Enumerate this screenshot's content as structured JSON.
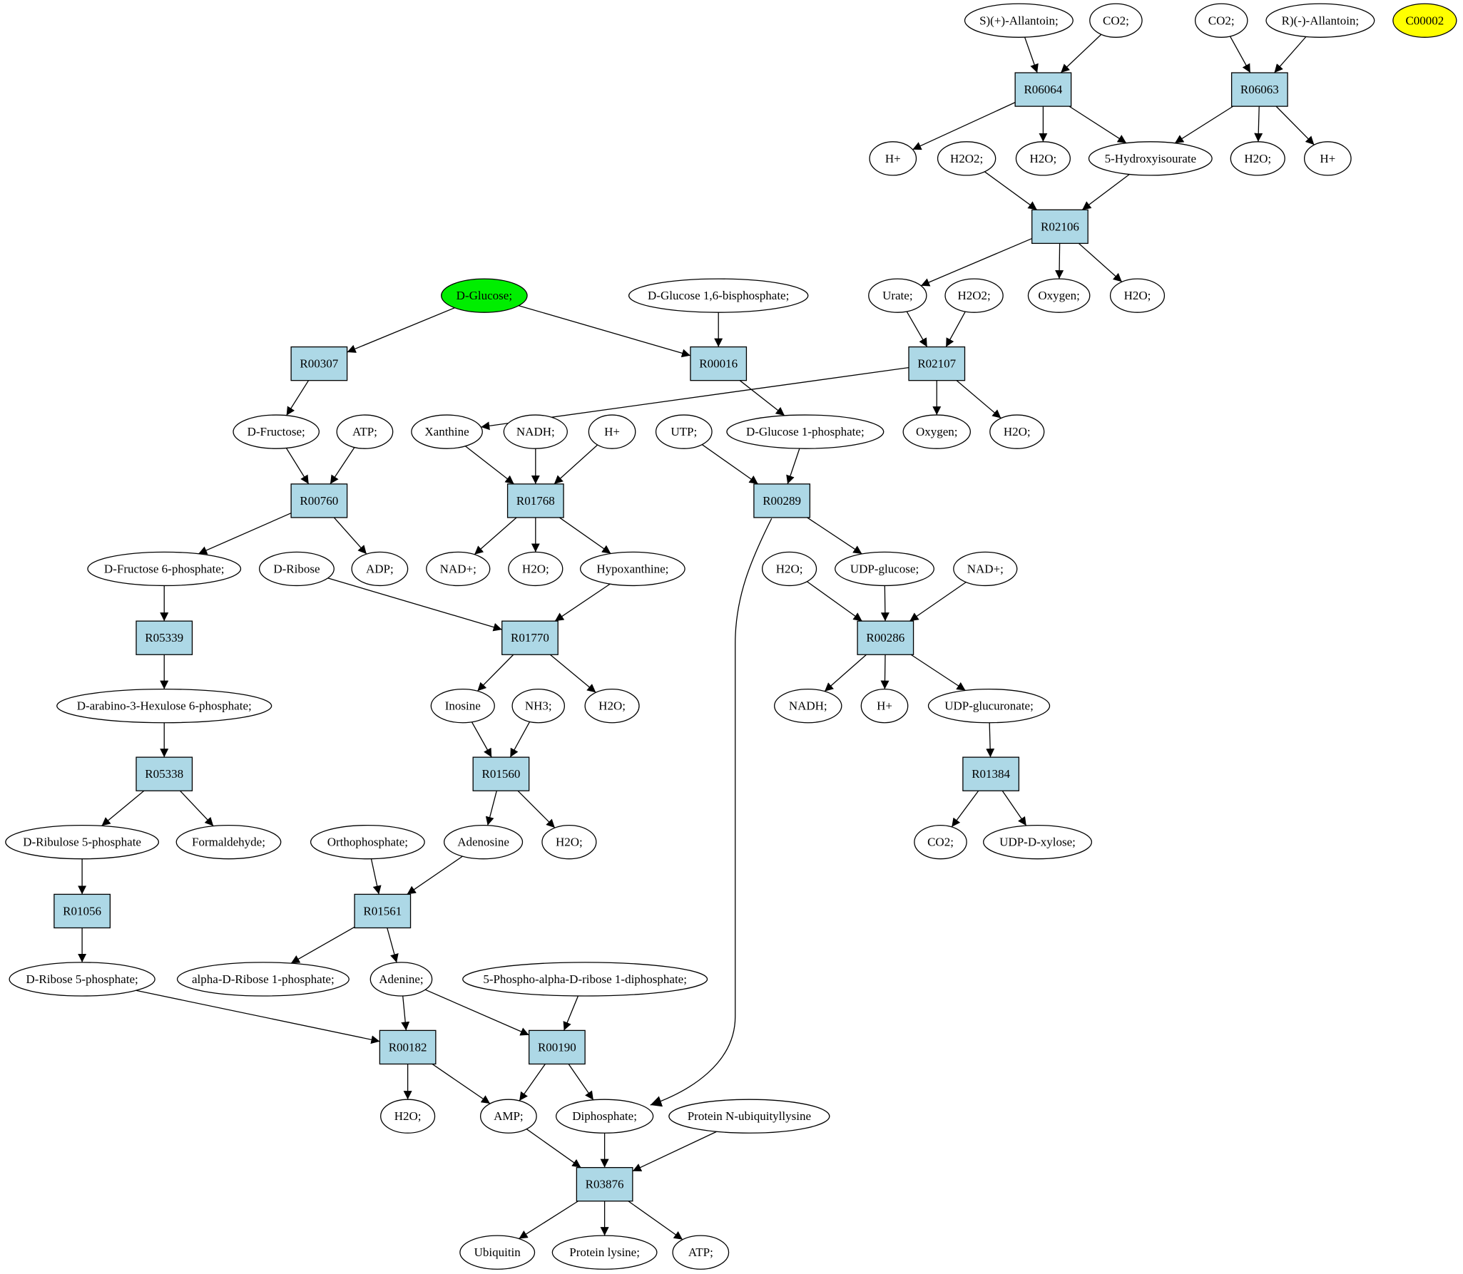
{
  "colors": {
    "reaction_fill": "#add8e6",
    "start_fill": "#00ee00",
    "highlight_fill": "#ffff00",
    "default_fill": "#ffffff",
    "stroke": "#000000"
  },
  "nodes": [
    {
      "id": "S1",
      "label": "S)(+)-Allantoin;",
      "kind": "compound"
    },
    {
      "id": "CO2a",
      "label": "CO2;",
      "kind": "compound"
    },
    {
      "id": "CO2b",
      "label": "CO2;",
      "kind": "compound"
    },
    {
      "id": "RA",
      "label": "R)(-)-Allantoin;",
      "kind": "compound"
    },
    {
      "id": "C00002",
      "label": "C00002",
      "kind": "compound",
      "highlight": "yellow"
    },
    {
      "id": "R06064",
      "label": "R06064",
      "kind": "reaction"
    },
    {
      "id": "R06063",
      "label": "R06063",
      "kind": "reaction"
    },
    {
      "id": "Ha",
      "label": "H+",
      "kind": "compound"
    },
    {
      "id": "H2O2a",
      "label": "H2O2;",
      "kind": "compound"
    },
    {
      "id": "H2Oa",
      "label": "H2O;",
      "kind": "compound"
    },
    {
      "id": "HIU",
      "label": "5-Hydroxyisourate",
      "kind": "compound"
    },
    {
      "id": "H2Ob",
      "label": "H2O;",
      "kind": "compound"
    },
    {
      "id": "Hb",
      "label": "H+",
      "kind": "compound"
    },
    {
      "id": "R02106",
      "label": "R02106",
      "kind": "reaction"
    },
    {
      "id": "Urate",
      "label": "Urate;",
      "kind": "compound"
    },
    {
      "id": "H2O2b",
      "label": "H2O2;",
      "kind": "compound"
    },
    {
      "id": "OXa",
      "label": "Oxygen;",
      "kind": "compound"
    },
    {
      "id": "H2Oc",
      "label": "H2O;",
      "kind": "compound"
    },
    {
      "id": "DGlc",
      "label": "D-Glucose;",
      "kind": "compound",
      "highlight": "green"
    },
    {
      "id": "G16BP",
      "label": "D-Glucose 1,6-bisphosphate;",
      "kind": "compound"
    },
    {
      "id": "R00307",
      "label": "R00307",
      "kind": "reaction"
    },
    {
      "id": "R00016",
      "label": "R00016",
      "kind": "reaction"
    },
    {
      "id": "R02107",
      "label": "R02107",
      "kind": "reaction"
    },
    {
      "id": "DFru",
      "label": "D-Fructose;",
      "kind": "compound"
    },
    {
      "id": "ATPa",
      "label": "ATP;",
      "kind": "compound"
    },
    {
      "id": "Xan",
      "label": "Xanthine",
      "kind": "compound"
    },
    {
      "id": "NADHa",
      "label": "NADH;",
      "kind": "compound"
    },
    {
      "id": "Hc",
      "label": "H+",
      "kind": "compound"
    },
    {
      "id": "UTP",
      "label": "UTP;",
      "kind": "compound"
    },
    {
      "id": "G1P",
      "label": "D-Glucose 1-phosphate;",
      "kind": "compound"
    },
    {
      "id": "OXb",
      "label": "Oxygen;",
      "kind": "compound"
    },
    {
      "id": "H2Od",
      "label": "H2O;",
      "kind": "compound"
    },
    {
      "id": "R00760",
      "label": "R00760",
      "kind": "reaction"
    },
    {
      "id": "R01768",
      "label": "R01768",
      "kind": "reaction"
    },
    {
      "id": "R00289",
      "label": "R00289",
      "kind": "reaction"
    },
    {
      "id": "F6P",
      "label": "D-Fructose 6-phosphate;",
      "kind": "compound"
    },
    {
      "id": "DRib",
      "label": "D-Ribose",
      "kind": "compound"
    },
    {
      "id": "ADP",
      "label": "ADP;",
      "kind": "compound"
    },
    {
      "id": "NADa",
      "label": "NAD+;",
      "kind": "compound"
    },
    {
      "id": "H2Oe",
      "label": "H2O;",
      "kind": "compound"
    },
    {
      "id": "Hyp",
      "label": "Hypoxanthine;",
      "kind": "compound"
    },
    {
      "id": "H2Of",
      "label": "H2O;",
      "kind": "compound"
    },
    {
      "id": "UDPG",
      "label": "UDP-glucose;",
      "kind": "compound"
    },
    {
      "id": "NADb",
      "label": "NAD+;",
      "kind": "compound"
    },
    {
      "id": "R05339",
      "label": "R05339",
      "kind": "reaction"
    },
    {
      "id": "R01770",
      "label": "R01770",
      "kind": "reaction"
    },
    {
      "id": "R00286",
      "label": "R00286",
      "kind": "reaction"
    },
    {
      "id": "Hu6P",
      "label": "D-arabino-3-Hexulose 6-phosphate;",
      "kind": "compound"
    },
    {
      "id": "Ino",
      "label": "Inosine",
      "kind": "compound"
    },
    {
      "id": "NH3",
      "label": "NH3;",
      "kind": "compound"
    },
    {
      "id": "H2Og",
      "label": "H2O;",
      "kind": "compound"
    },
    {
      "id": "NADHb",
      "label": "NADH;",
      "kind": "compound"
    },
    {
      "id": "Hd",
      "label": "H+",
      "kind": "compound"
    },
    {
      "id": "UDPGA",
      "label": "UDP-glucuronate;",
      "kind": "compound"
    },
    {
      "id": "R05338",
      "label": "R05338",
      "kind": "reaction"
    },
    {
      "id": "R01560",
      "label": "R01560",
      "kind": "reaction"
    },
    {
      "id": "R01384",
      "label": "R01384",
      "kind": "reaction"
    },
    {
      "id": "Ru5P",
      "label": "D-Ribulose 5-phosphate",
      "kind": "compound"
    },
    {
      "id": "HCHO",
      "label": "Formaldehyde;",
      "kind": "compound"
    },
    {
      "id": "Pi",
      "label": "Orthophosphate;",
      "kind": "compound"
    },
    {
      "id": "Ado",
      "label": "Adenosine",
      "kind": "compound"
    },
    {
      "id": "H2Oh",
      "label": "H2O;",
      "kind": "compound"
    },
    {
      "id": "CO2c",
      "label": "CO2;",
      "kind": "compound"
    },
    {
      "id": "UDPX",
      "label": "UDP-D-xylose;",
      "kind": "compound"
    },
    {
      "id": "R01056",
      "label": "R01056",
      "kind": "reaction"
    },
    {
      "id": "R01561",
      "label": "R01561",
      "kind": "reaction"
    },
    {
      "id": "R5P",
      "label": "D-Ribose 5-phosphate;",
      "kind": "compound"
    },
    {
      "id": "aR1P",
      "label": "alpha-D-Ribose 1-phosphate;",
      "kind": "compound"
    },
    {
      "id": "Ade",
      "label": "Adenine;",
      "kind": "compound"
    },
    {
      "id": "PRPP",
      "label": "5-Phospho-alpha-D-ribose 1-diphosphate;",
      "kind": "compound"
    },
    {
      "id": "R00182",
      "label": "R00182",
      "kind": "reaction"
    },
    {
      "id": "R00190",
      "label": "R00190",
      "kind": "reaction"
    },
    {
      "id": "H2Oi",
      "label": "H2O;",
      "kind": "compound"
    },
    {
      "id": "AMP",
      "label": "AMP;",
      "kind": "compound"
    },
    {
      "id": "PPi",
      "label": "Diphosphate;",
      "kind": "compound"
    },
    {
      "id": "PNU",
      "label": "Protein N-ubiquityllysine",
      "kind": "compound"
    },
    {
      "id": "R03876",
      "label": "R03876",
      "kind": "reaction"
    },
    {
      "id": "Ubq",
      "label": "Ubiquitin",
      "kind": "compound"
    },
    {
      "id": "PLys",
      "label": "Protein lysine;",
      "kind": "compound"
    },
    {
      "id": "ATPb",
      "label": "ATP;",
      "kind": "compound"
    }
  ],
  "edges": [
    [
      "S1",
      "R06064"
    ],
    [
      "CO2a",
      "R06064"
    ],
    [
      "CO2b",
      "R06063"
    ],
    [
      "RA",
      "R06063"
    ],
    [
      "R06064",
      "Ha"
    ],
    [
      "R06064",
      "H2Oa"
    ],
    [
      "R06064",
      "HIU"
    ],
    [
      "R06063",
      "HIU"
    ],
    [
      "R06063",
      "H2Ob"
    ],
    [
      "R06063",
      "Hb"
    ],
    [
      "H2O2a",
      "R02106"
    ],
    [
      "HIU",
      "R02106"
    ],
    [
      "R02106",
      "Urate"
    ],
    [
      "R02106",
      "OXa"
    ],
    [
      "R02106",
      "H2Oc"
    ],
    [
      "Urate",
      "R02107"
    ],
    [
      "H2O2b",
      "R02107"
    ],
    [
      "R02107",
      "Xan"
    ],
    [
      "R02107",
      "OXb"
    ],
    [
      "R02107",
      "H2Od"
    ],
    [
      "DGlc",
      "R00307"
    ],
    [
      "DGlc",
      "R00016"
    ],
    [
      "G16BP",
      "R00016"
    ],
    [
      "R00307",
      "DFru"
    ],
    [
      "R00016",
      "G1P"
    ],
    [
      "DFru",
      "R00760"
    ],
    [
      "ATPa",
      "R00760"
    ],
    [
      "Xan",
      "R01768"
    ],
    [
      "NADHa",
      "R01768"
    ],
    [
      "Hc",
      "R01768"
    ],
    [
      "UTP",
      "R00289"
    ],
    [
      "G1P",
      "R00289"
    ],
    [
      "R00760",
      "F6P"
    ],
    [
      "R00760",
      "ADP"
    ],
    [
      "R01768",
      "NADa"
    ],
    [
      "R01768",
      "H2Oe"
    ],
    [
      "R01768",
      "Hyp"
    ],
    [
      "R00289",
      "UDPG"
    ],
    [
      "R00289",
      "PPi"
    ],
    [
      "F6P",
      "R05339"
    ],
    [
      "DRib",
      "R01770"
    ],
    [
      "Hyp",
      "R01770"
    ],
    [
      "H2Of",
      "R00286"
    ],
    [
      "UDPG",
      "R00286"
    ],
    [
      "NADb",
      "R00286"
    ],
    [
      "R05339",
      "Hu6P"
    ],
    [
      "R01770",
      "Ino"
    ],
    [
      "R01770",
      "H2Og"
    ],
    [
      "R00286",
      "NADHb"
    ],
    [
      "R00286",
      "Hd"
    ],
    [
      "R00286",
      "UDPGA"
    ],
    [
      "Hu6P",
      "R05338"
    ],
    [
      "Ino",
      "R01560"
    ],
    [
      "NH3",
      "R01560"
    ],
    [
      "UDPGA",
      "R01384"
    ],
    [
      "R05338",
      "Ru5P"
    ],
    [
      "R05338",
      "HCHO"
    ],
    [
      "R01560",
      "Ado"
    ],
    [
      "R01560",
      "H2Oh"
    ],
    [
      "R01384",
      "CO2c"
    ],
    [
      "R01384",
      "UDPX"
    ],
    [
      "Ru5P",
      "R01056"
    ],
    [
      "Pi",
      "R01561"
    ],
    [
      "Ado",
      "R01561"
    ],
    [
      "R01056",
      "R5P"
    ],
    [
      "R01561",
      "aR1P"
    ],
    [
      "R01561",
      "Ade"
    ],
    [
      "R5P",
      "R00182"
    ],
    [
      "Ade",
      "R00182"
    ],
    [
      "Ade",
      "R00190"
    ],
    [
      "PRPP",
      "R00190"
    ],
    [
      "R00182",
      "H2Oi"
    ],
    [
      "R00182",
      "AMP"
    ],
    [
      "R00190",
      "AMP"
    ],
    [
      "R00190",
      "PPi"
    ],
    [
      "AMP",
      "R03876"
    ],
    [
      "PPi",
      "R03876"
    ],
    [
      "PNU",
      "R03876"
    ],
    [
      "R03876",
      "Ubq"
    ],
    [
      "R03876",
      "PLys"
    ],
    [
      "R03876",
      "ATPb"
    ]
  ]
}
